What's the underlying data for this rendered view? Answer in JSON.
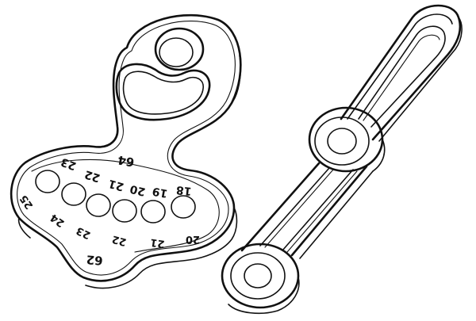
{
  "drawing": {
    "background_color": "#ffffff",
    "line_color": "#111111",
    "gauge_plate": {
      "top_center_label": "64",
      "bottom_center_label": "62",
      "upper_row_labels": [
        "23",
        "22",
        "21",
        "20",
        "19",
        "18"
      ],
      "lower_row_labels": [
        "25",
        "24",
        "23",
        "22",
        "21",
        "20"
      ]
    }
  }
}
